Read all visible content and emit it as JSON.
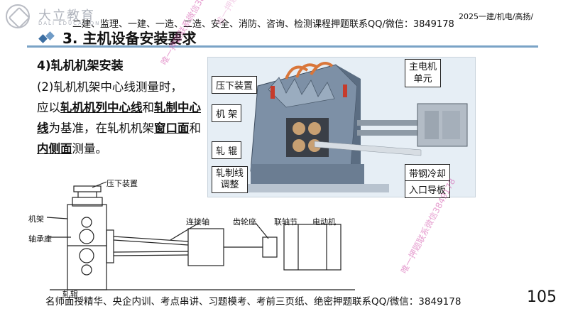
{
  "brand": {
    "name_cn": "大立教育",
    "name_en": "DALI EDUCATION"
  },
  "header": {
    "promo_line": "二建、监理、一建、一造、二造、安全、消防、咨询、检测课程押题联系QQ/微信：3849178",
    "course_tag": "2025一建/机电/高扬/"
  },
  "slide": {
    "section_title": "3. 主机设备安装要求",
    "subheading": "4)轧机机架安装",
    "para": {
      "t1": "(2)轧机机架中心线测量时，",
      "t2": "应以",
      "t3": "轧机机列中心线",
      "t4": "和",
      "t5": "轧制中心线",
      "t6": "为基准，在轧机机架",
      "t7": "窗口面",
      "t8": "和",
      "t9": "内侧面",
      "t10": "测量。"
    },
    "page_number": "105"
  },
  "photo_labels": {
    "press_device": "压下装置",
    "frame": "机  架",
    "roll": "轧  辊",
    "rolling_line_adjust_1": "轧制线",
    "rolling_line_adjust_2": "调整",
    "main_motor_1": "主电机",
    "main_motor_2": "单元",
    "strip_cooling": "带钢冷却",
    "entry_guide": "入口导板"
  },
  "drawing_labels": {
    "press_device": "压下装置",
    "frame": "机架",
    "bearing_seat": "轴承座",
    "roll": "轧辊",
    "connecting_shaft": "连接轴",
    "gear_seat": "齿轮座",
    "coupling": "联轴节",
    "motor": "电动机"
  },
  "footer": {
    "promo_line": "名师面授精华、央企内训、考点串讲、习题模考、考前三页纸、绝密押题联系QQ/微信：3849178"
  },
  "watermarks": {
    "a": "唯一押题联系微信3849178",
    "b": "唯一押题联系微信3849178",
    "c": "唯一押题联系微信3849178"
  },
  "colors": {
    "accent_blue": "#3b6ea2",
    "title_bar": "#7aa3c6",
    "watermark": "#d250aa"
  }
}
